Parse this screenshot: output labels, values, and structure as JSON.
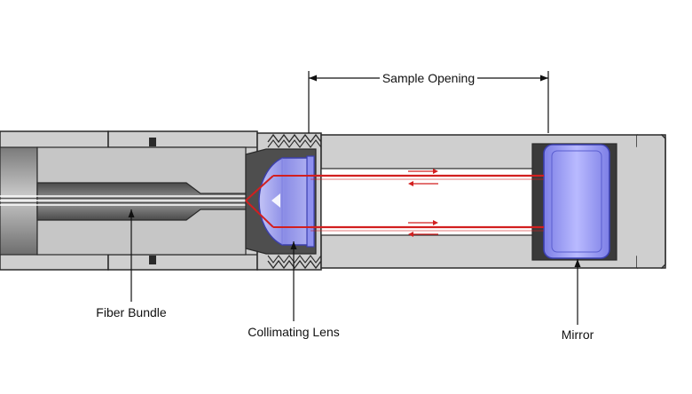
{
  "labels": {
    "sample_opening": "Sample Opening",
    "fiber_bundle": "Fiber Bundle",
    "collimating_lens": "Collimating Lens",
    "mirror": "Mirror"
  },
  "colors": {
    "body_fill": "#cfcfcf",
    "body_dark": "#5a5a5a",
    "outline": "#2a2a2a",
    "lens_blue": "#9b9cf3",
    "lens_edge": "#3b3fb0",
    "beam_red": "#d21f1f",
    "background": "#ffffff"
  }
}
